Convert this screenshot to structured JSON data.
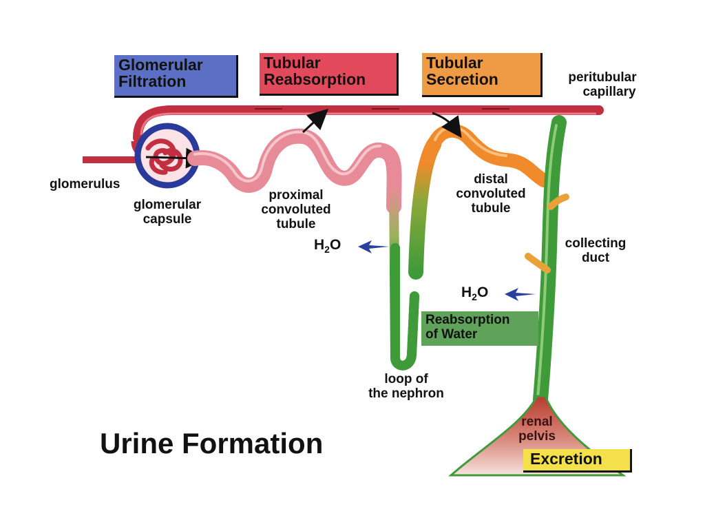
{
  "process_boxes": {
    "glomerular_filtration": {
      "line1": "Glomerular",
      "line2": "Filtration",
      "color": "#5b6fc4"
    },
    "tubular_reabsorption": {
      "line1": "Tubular",
      "line2": "Reabsorption",
      "color": "#e24a5c"
    },
    "tubular_secretion": {
      "line1": "Tubular",
      "line2": "Secretion",
      "color": "#ef9a44"
    },
    "reabsorption_of_water": {
      "line1": "Reabsorption",
      "line2": "of Water",
      "color": "#5fa35a"
    },
    "excretion": {
      "line1": "Excretion",
      "color": "#f4e04a"
    }
  },
  "labels": {
    "peritubular_capillary": {
      "line1": "peritubular",
      "line2": "capillary"
    },
    "glomerulus": "glomerulus",
    "glomerular_capsule": {
      "line1": "glomerular",
      "line2": "capsule"
    },
    "proximal_tubule": {
      "line1": "proximal",
      "line2": "convoluted",
      "line3": "tubule"
    },
    "distal_tubule": {
      "line1": "distal",
      "line2": "convoluted",
      "line3": "tubule"
    },
    "collecting_duct": {
      "line1": "collecting",
      "line2": "duct"
    },
    "loop": {
      "line1": "loop of",
      "line2": "the nephron"
    },
    "renal_pelvis": {
      "line1": "renal",
      "line2": "pelvis"
    },
    "water_left": {
      "main": "H",
      "sub": "2",
      "end": "O"
    },
    "water_right": {
      "main": "H",
      "sub": "2",
      "end": "O"
    }
  },
  "title": "Urine Formation",
  "colors": {
    "capillary": "#d8384a",
    "capsule": "#2a3a9a",
    "tubule_pink": "#e88b98",
    "loop_green": "#3f9a3a",
    "distal_orange": "#f08a2a",
    "arrow_blue": "#2b3f9c"
  }
}
